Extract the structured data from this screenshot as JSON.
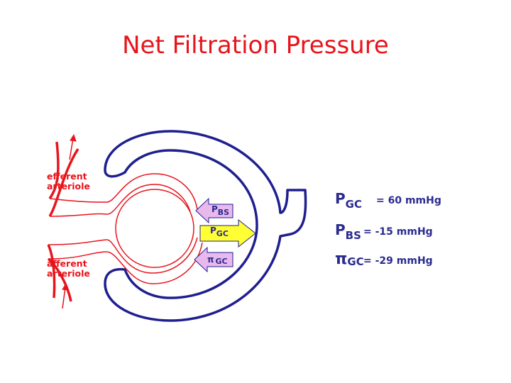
{
  "title": "Net Filtration Pressure",
  "colors": {
    "title": "#e8141c",
    "capsule": "#1f1f8f",
    "vessel": "#e8141c",
    "arrow_inward": "#e9b8ec",
    "arrow_outward": "#ffff33",
    "text": "#2b2b8f"
  },
  "labels": {
    "efferent": [
      "efferent",
      "arteriole"
    ],
    "afferent": [
      "afferent",
      "arteriole"
    ]
  },
  "arrows": [
    {
      "symbol": "P",
      "subscript": "BS",
      "direction": "inward"
    },
    {
      "symbol": "P",
      "subscript": "GC",
      "direction": "outward"
    },
    {
      "symbol": "π",
      "subscript": "GC",
      "direction": "inward"
    }
  ],
  "equations": [
    {
      "symbol": "P",
      "subscript": "GC",
      "value": "=  60 mmHg"
    },
    {
      "symbol": "P",
      "subscript": "BS",
      "value": "=  -15 mmHg"
    },
    {
      "symbol": "π",
      "subscript": "GC",
      "value": "=  -29 mmHg"
    }
  ]
}
